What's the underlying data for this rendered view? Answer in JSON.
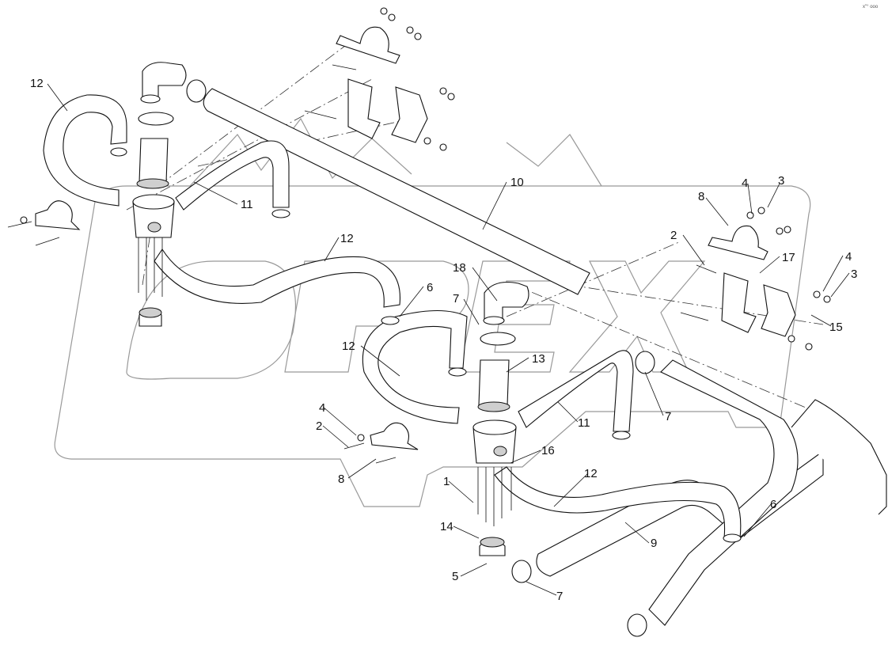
{
  "corner_mark": "x\"° ooo",
  "callouts": [
    {
      "id": "c12a",
      "text": "12"
    },
    {
      "id": "c11a",
      "text": "11"
    },
    {
      "id": "c10",
      "text": "10"
    },
    {
      "id": "c12b",
      "text": "12"
    },
    {
      "id": "c6a",
      "text": "6"
    },
    {
      "id": "c18",
      "text": "18"
    },
    {
      "id": "c7a",
      "text": "7"
    },
    {
      "id": "c12c",
      "text": "12"
    },
    {
      "id": "c13",
      "text": "13"
    },
    {
      "id": "c4a",
      "text": "4"
    },
    {
      "id": "c3a",
      "text": "3"
    },
    {
      "id": "c8a",
      "text": "8"
    },
    {
      "id": "c2a",
      "text": "2"
    },
    {
      "id": "c17",
      "text": "17"
    },
    {
      "id": "c4b",
      "text": "4"
    },
    {
      "id": "c3b",
      "text": "3"
    },
    {
      "id": "c15",
      "text": "15"
    },
    {
      "id": "c7b",
      "text": "7"
    },
    {
      "id": "c11b",
      "text": "11"
    },
    {
      "id": "c4c",
      "text": "4"
    },
    {
      "id": "c2b",
      "text": "2"
    },
    {
      "id": "c8b",
      "text": "8"
    },
    {
      "id": "c16",
      "text": "16"
    },
    {
      "id": "c12d",
      "text": "12"
    },
    {
      "id": "c1",
      "text": "1"
    },
    {
      "id": "c14",
      "text": "14"
    },
    {
      "id": "c5",
      "text": "5"
    },
    {
      "id": "c9",
      "text": "9"
    },
    {
      "id": "c6b",
      "text": "6"
    },
    {
      "id": "c7c",
      "text": "7"
    }
  ]
}
